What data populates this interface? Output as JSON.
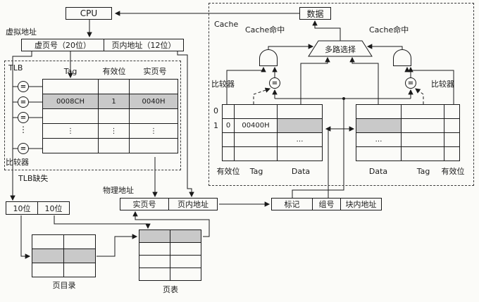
{
  "colors": {
    "paper": "#fbfbf8",
    "ink": "#1a1a1a",
    "highlight": "#c9c9c9"
  },
  "cpu": {
    "label": "CPU"
  },
  "data_box": {
    "label": "数据"
  },
  "virtual_address": {
    "caption": "虚拟地址",
    "vpn": "虚页号（20位）",
    "offset": "页内地址（12位）"
  },
  "tlb": {
    "box_label": "TLB",
    "headers": [
      "Tag",
      "有效位",
      "实页号"
    ],
    "entry": {
      "tag": "0008CH",
      "valid": "1",
      "rpn": "0040H"
    },
    "ellipsis": "⋮",
    "eq": "=",
    "comparator_label": "比较器",
    "miss_label": "TLB缺失"
  },
  "page_walk": {
    "bits_high": "10位",
    "bits_low": "10位",
    "dir_label": "页目录",
    "table_label": "页表"
  },
  "physical_address": {
    "caption": "物理地址",
    "rpn": "实页号",
    "offset": "页内地址"
  },
  "cache": {
    "box_label": "Cache",
    "hit_left": "Cache命中",
    "hit_right": "Cache命中",
    "mux_label": "多路选择",
    "eq": "=",
    "comparator_left": "比较器",
    "comparator_right": "比较器",
    "left_table": {
      "row_labels": [
        "0",
        "1"
      ],
      "valid_value": "0",
      "tag_value": "00400H",
      "dots": "…",
      "col_labels": [
        "有效位",
        "Tag",
        "Data"
      ]
    },
    "right_table": {
      "dots": "…",
      "col_labels": [
        "Data",
        "Tag",
        "有效位"
      ]
    },
    "address_fields": [
      "标记",
      "组号",
      "块内地址"
    ]
  }
}
